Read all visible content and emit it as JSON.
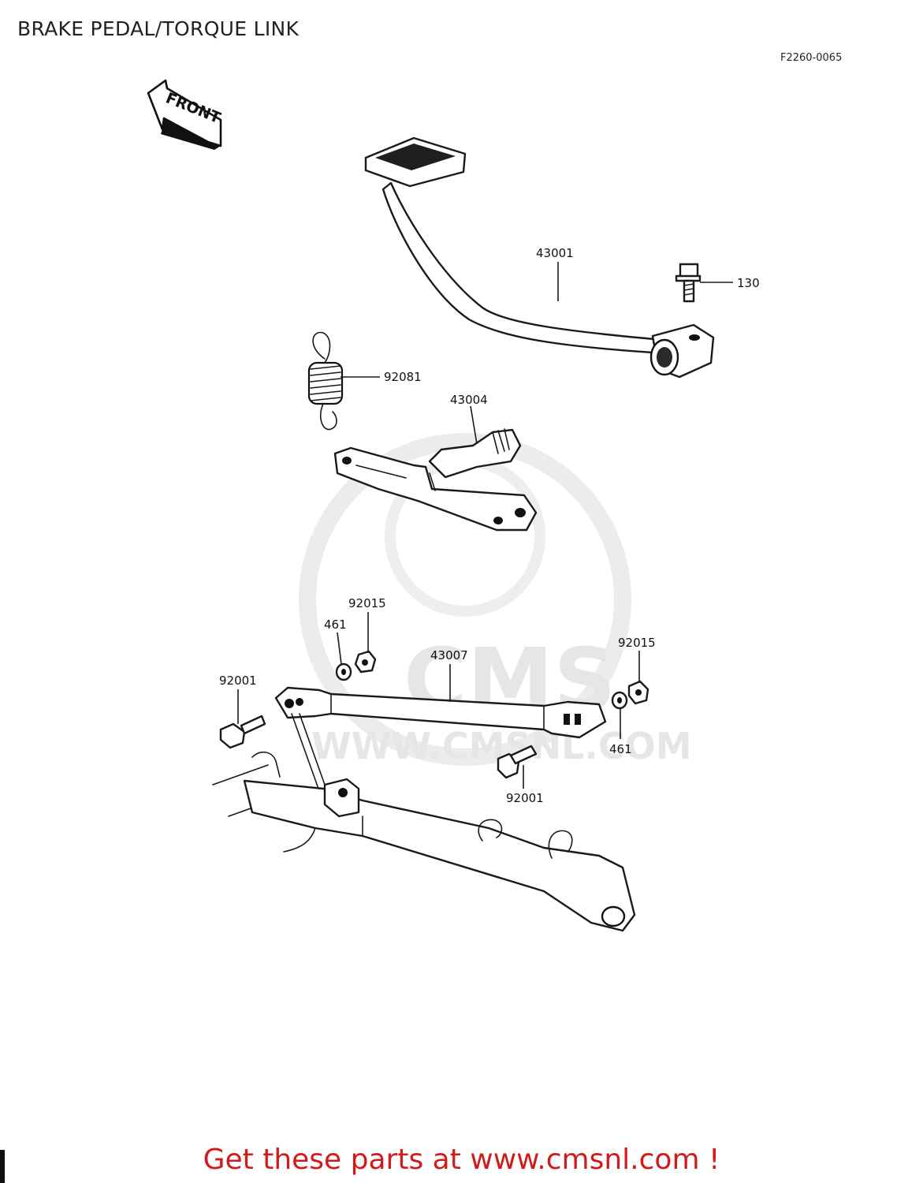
{
  "header": {
    "title": "BRAKE PEDAL/TORQUE LINK",
    "figure_code": "F2260-0065"
  },
  "orientation": {
    "front_label": "FRONT"
  },
  "callouts": [
    {
      "id": "43001",
      "label": "43001"
    },
    {
      "id": "130",
      "label": "130"
    },
    {
      "id": "92081",
      "label": "92081"
    },
    {
      "id": "43004",
      "label": "43004"
    },
    {
      "id": "92015_left",
      "label": "92015"
    },
    {
      "id": "461_left",
      "label": "461"
    },
    {
      "id": "43007",
      "label": "43007"
    },
    {
      "id": "92015_right",
      "label": "92015"
    },
    {
      "id": "92001_left",
      "label": "92001"
    },
    {
      "id": "461_right",
      "label": "461"
    },
    {
      "id": "92001_lower",
      "label": "92001"
    }
  ],
  "watermark": {
    "brand": "CMS",
    "url": "WWW.CMSNL.COM"
  },
  "footer": {
    "text": "Get these parts at www.cmsnl.com !",
    "color": "#d11a1a"
  }
}
